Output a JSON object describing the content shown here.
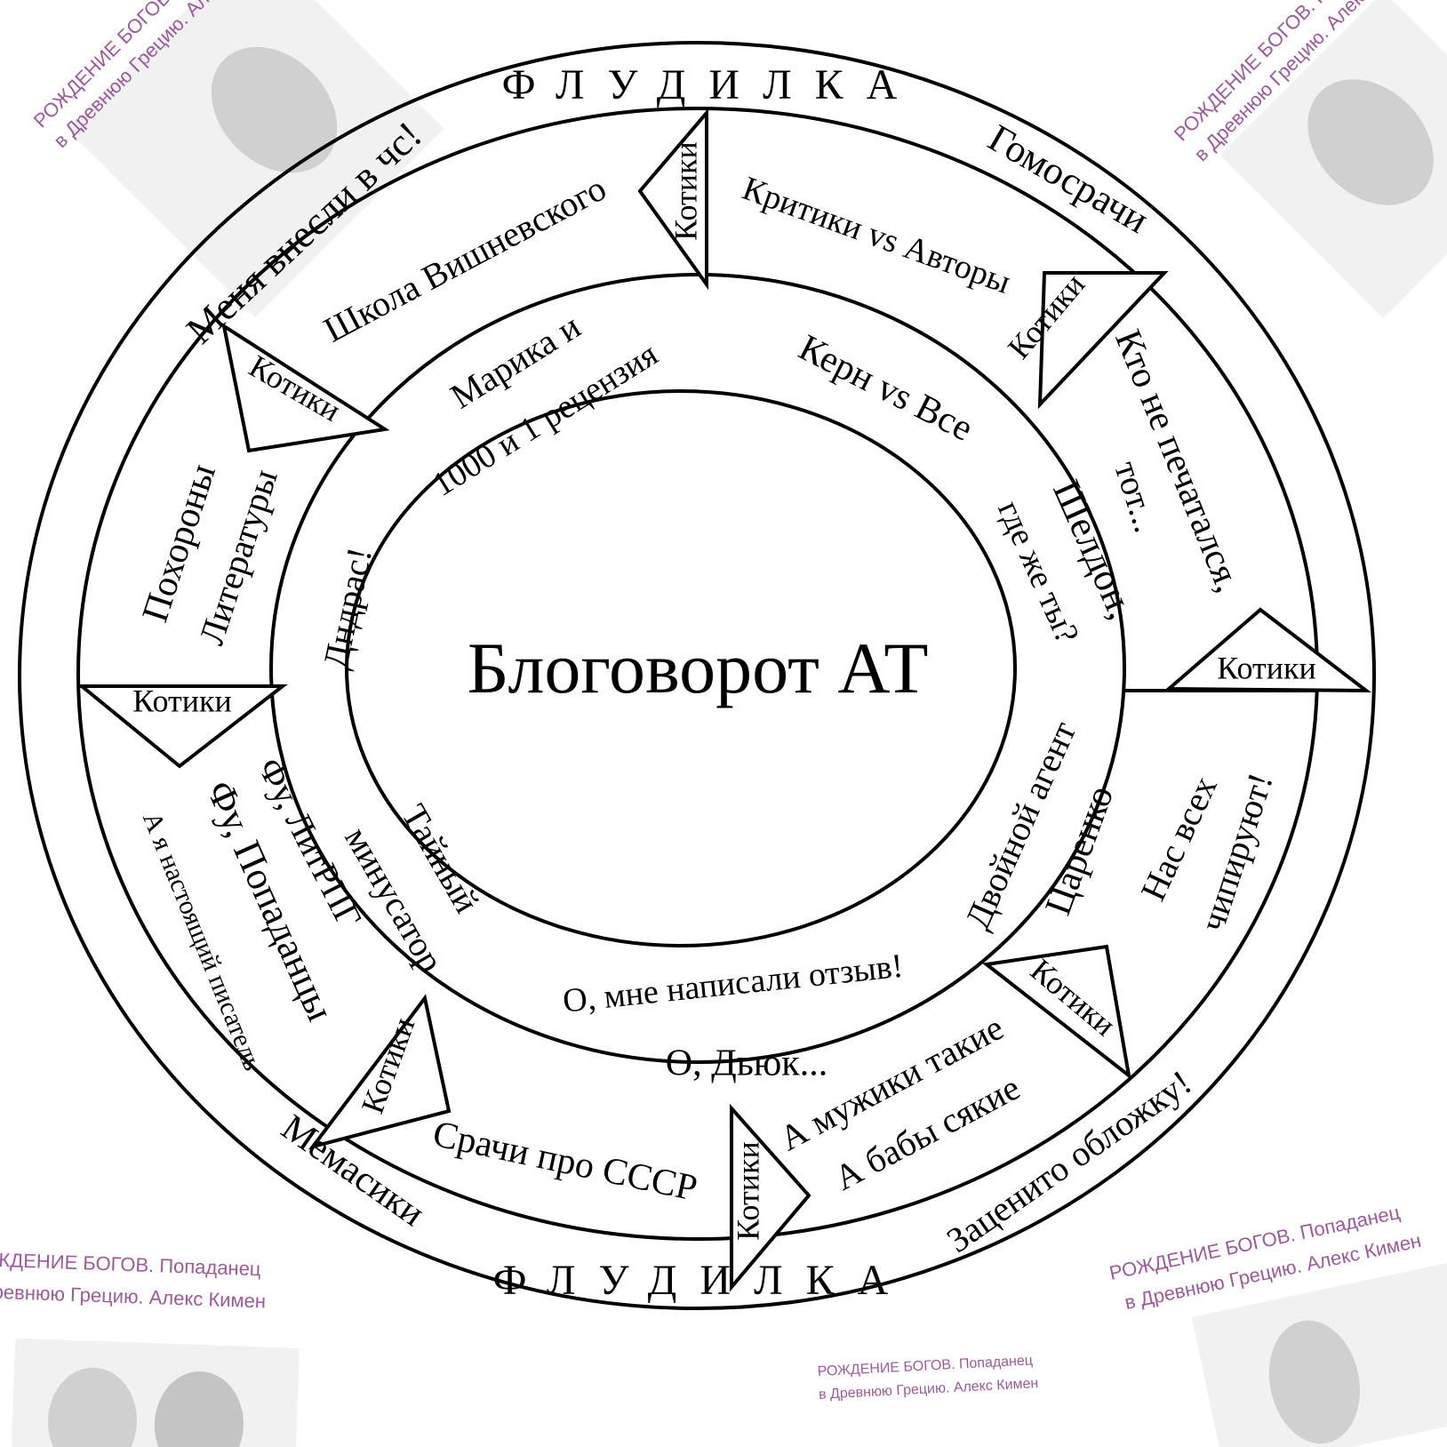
{
  "title": "Блоговорот АТ",
  "outer_ring": {
    "top_label": "ФЛУДИЛКА",
    "bottom_label": "ФЛУДИЛКА",
    "items": [
      "Меня внесли в чс!",
      "Гомосрачи",
      "Заценито обложку!",
      "Мемасики"
    ]
  },
  "middle_ring": {
    "items": [
      "Школа Вишневского",
      "Критики vs Авторы",
      "Кто не печатался,",
      "тот...",
      "Нас всех",
      "чипируют!",
      "А мужики такие",
      "А бабы сякие",
      "Срачи про СССР",
      "А я настоящий писатель",
      "Фу, Попаданцы",
      "Фу, ЛитРПГ",
      "Похороны",
      "Литературы"
    ],
    "divider_label": "Котики"
  },
  "inner_ring": {
    "items": [
      "Марика и",
      "1000 и 1 рецензия",
      "Керн vs Все",
      "Шелдон,",
      "где же ты?",
      "Двойной агент",
      "Царенко",
      "О, мне написали отзыв!",
      "О, Дьюк...",
      "Тайный",
      "минусатор",
      "Дндрас!"
    ]
  },
  "background_ad": {
    "line1": "РОЖДЕНИЕ БОГОВ. Попаданец",
    "line2": "в Древнюю Грецию. Алекс Кимен"
  },
  "colors": {
    "ad_text": "#9b5a9b",
    "lines": "#000000"
  }
}
